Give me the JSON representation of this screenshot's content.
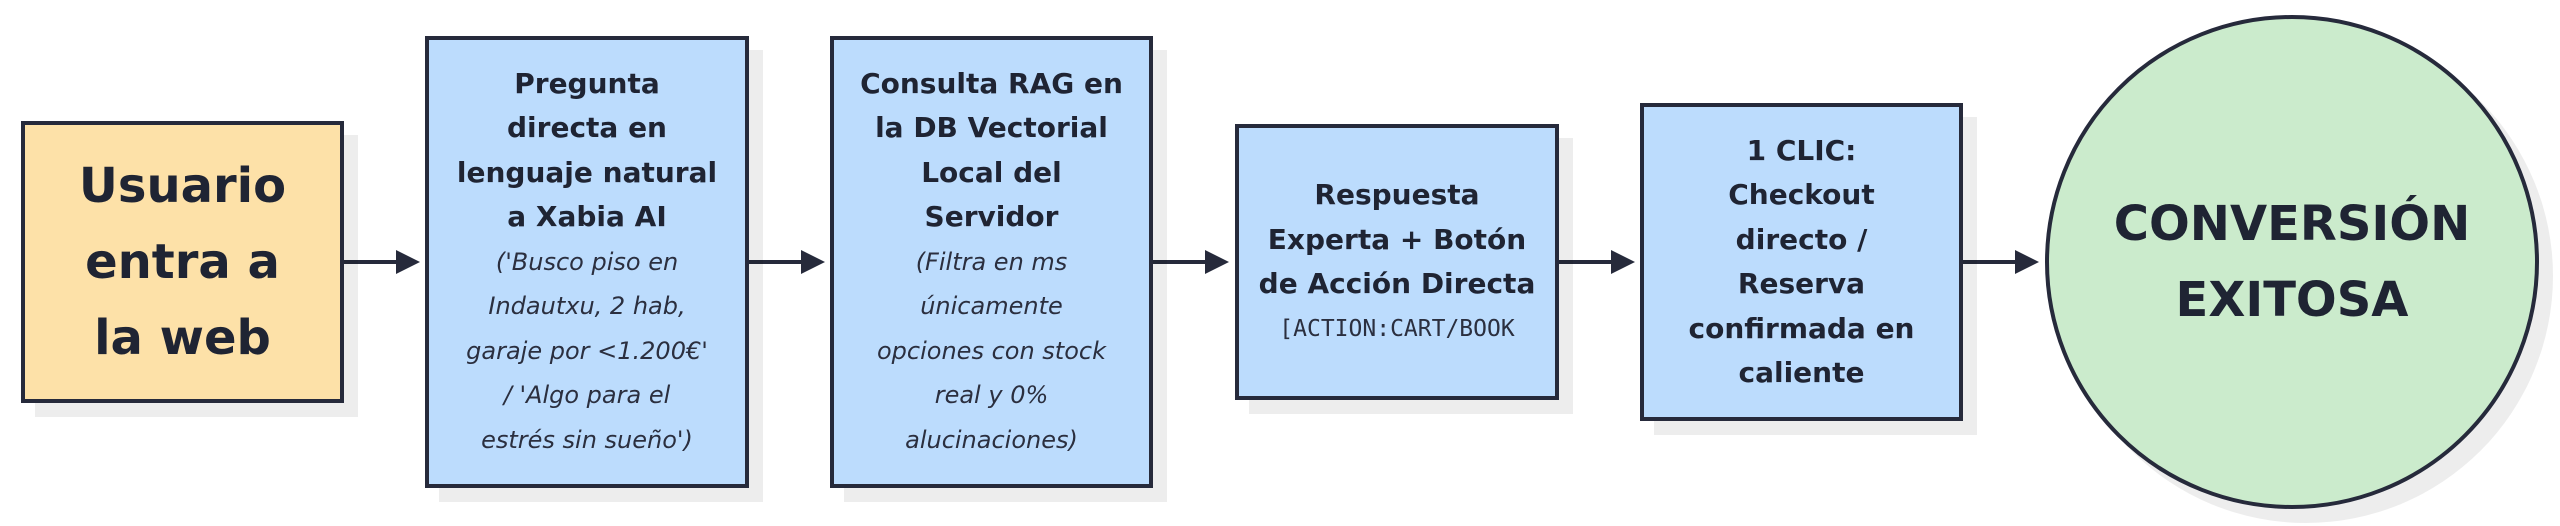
{
  "diagram": {
    "nodes": [
      {
        "id": "user",
        "title": "Usuario\nentra a\nla web"
      },
      {
        "id": "question",
        "title": "Pregunta\ndirecta en\nlenguaje natural\na Xabia AI",
        "note": "('Busco piso en\nIndautxu, 2 hab,\ngaraje por <1.200€'\n/ 'Algo para el\nestrés sin sueño')"
      },
      {
        "id": "rag",
        "title": "Consulta RAG en\nla DB Vectorial\nLocal del\nServidor",
        "note": "(Filtra en ms\núnicamente\nopciones con stock\nreal y 0%\nalucinaciones)"
      },
      {
        "id": "answer",
        "title": "Respuesta\nExperta + Botón\nde Acción Directa",
        "code": "[ACTION:CART/BOOK"
      },
      {
        "id": "checkout",
        "title": "1 CLIC:\nCheckout\ndirecto /\nReserva\nconfirmada en\ncaliente"
      },
      {
        "id": "conversion",
        "title": "CONVERSIÓN\nEXITOSA"
      }
    ],
    "edges": [
      {
        "from": "user",
        "to": "question"
      },
      {
        "from": "question",
        "to": "rag"
      },
      {
        "from": "rag",
        "to": "answer"
      },
      {
        "from": "answer",
        "to": "checkout"
      },
      {
        "from": "checkout",
        "to": "conversion"
      }
    ],
    "colors": {
      "start": "#fde1a8",
      "step": "#bcdcfd",
      "end": "#cbebcc",
      "stroke": "#262a3b"
    }
  }
}
